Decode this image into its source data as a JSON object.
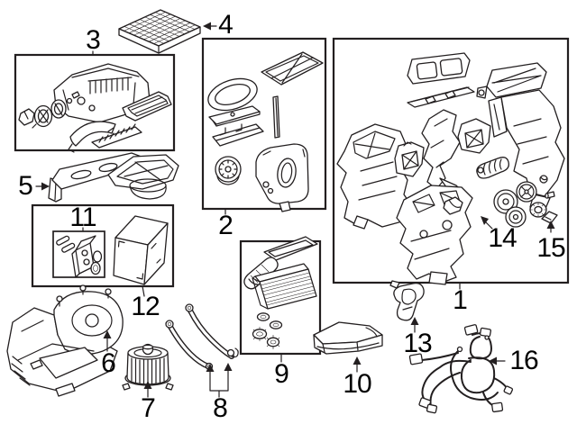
{
  "diagram": {
    "background_color": "#ffffff",
    "line_color": "#231f20",
    "label_color": "#000000",
    "callouts": {
      "c1": {
        "label": "1"
      },
      "c2": {
        "label": "2"
      },
      "c3": {
        "label": "3"
      },
      "c4": {
        "label": "4"
      },
      "c5": {
        "label": "5"
      },
      "c6": {
        "label": "6"
      },
      "c7": {
        "label": "7"
      },
      "c8": {
        "label": "8"
      },
      "c9": {
        "label": "9"
      },
      "c10": {
        "label": "10"
      },
      "c11": {
        "label": "11"
      },
      "c12": {
        "label": "12"
      },
      "c13": {
        "label": "13"
      },
      "c14": {
        "label": "14"
      },
      "c15": {
        "label": "15"
      },
      "c16": {
        "label": "16"
      }
    }
  }
}
